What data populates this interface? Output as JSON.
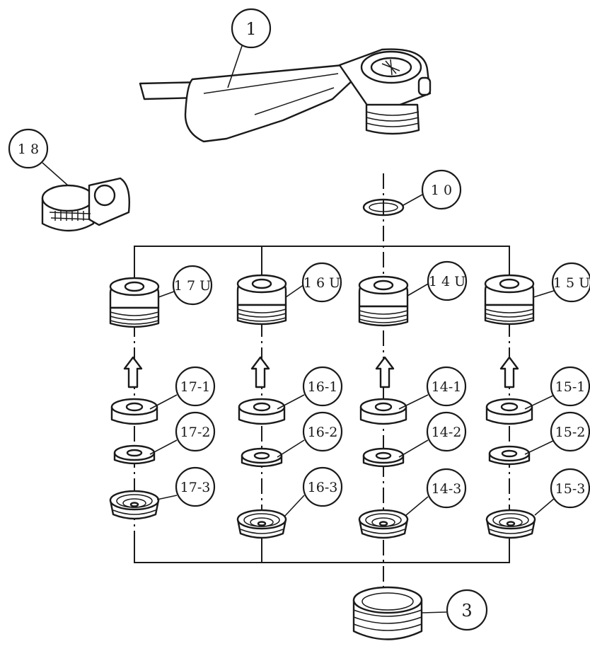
{
  "callouts": {
    "c1": "1",
    "c18": "1 8",
    "c10": "1 0",
    "c3": "3",
    "c17U": "1 7 U",
    "c16U": "1 6 U",
    "c14U": "1 4 U",
    "c15U": "1 5 U",
    "c17_1": "17-1",
    "c17_2": "17-2",
    "c17_3": "17-3",
    "c16_1": "16-1",
    "c16_2": "16-2",
    "c16_3": "16-3",
    "c14_1": "14-1",
    "c14_2": "14-2",
    "c14_3": "14-3",
    "c15_1": "15-1",
    "c15_2": "15-2",
    "c15_3": "15-3"
  },
  "colors": {
    "line": "#1a1a1a",
    "background": "#ffffff"
  }
}
